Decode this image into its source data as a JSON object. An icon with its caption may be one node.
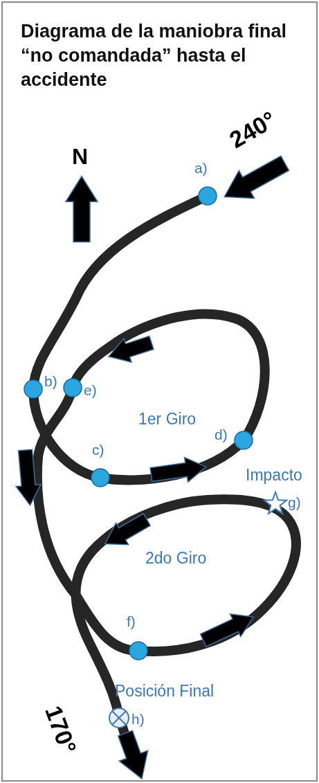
{
  "diagram": {
    "title": "Diagrama de la maniobra final “no comandada” hasta el accidente",
    "labels": [
      "N",
      "240°",
      "a)",
      "b)",
      "e)",
      "1er Giro",
      "d)",
      "c)",
      "Impacto",
      "g)",
      "2do Giro",
      "f)",
      "Posición Final",
      "h)",
      "170°"
    ]
  }
}
